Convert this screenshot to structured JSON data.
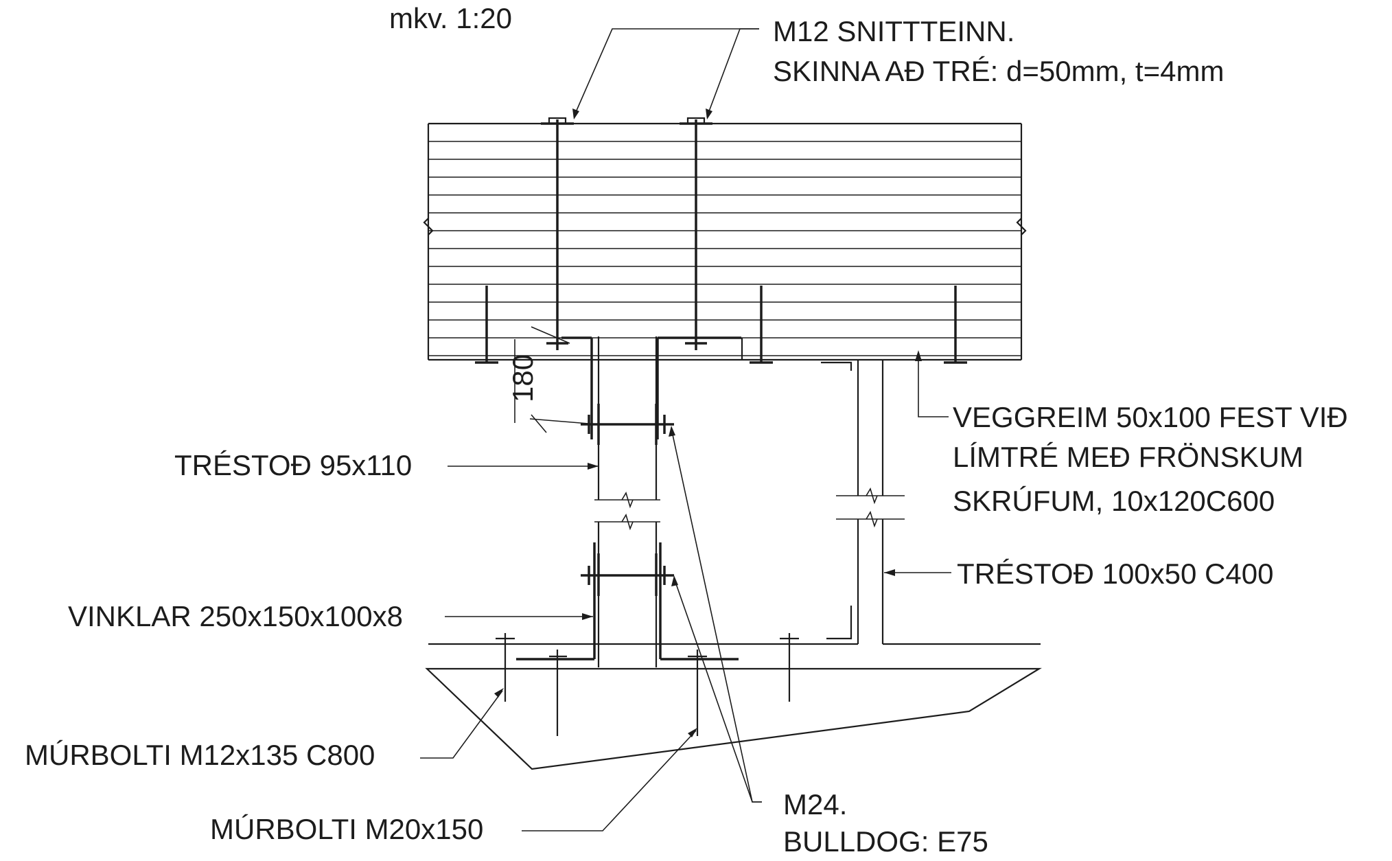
{
  "scale_note": "mkv. 1:20",
  "labels": {
    "m12_line1": "M12 SNITTTEINN.",
    "m12_line2": "SKINNA AÐ TRÉ: d=50mm, t=4mm",
    "veggreim_line1": "VEGGREIM 50x100 FEST VIÐ",
    "veggreim_line2": "LÍMTRÉ MEÐ FRÖNSKUM",
    "veggreim_line3": "SKRÚFUM, 10x120C600",
    "trestod_95": "TRÉSTOÐ 95x110",
    "trestod_100": "TRÉSTOÐ 100x50 C400",
    "vinklar": "VINKLAR 250x150x100x8",
    "murbolti_m12": "MÚRBOLTI M12x135 C800",
    "murbolti_m20": "MÚRBOLTI M20x150",
    "m24_line1": "M24.",
    "m24_line2": "BULLDOG: E75"
  },
  "dimension": "180"
}
